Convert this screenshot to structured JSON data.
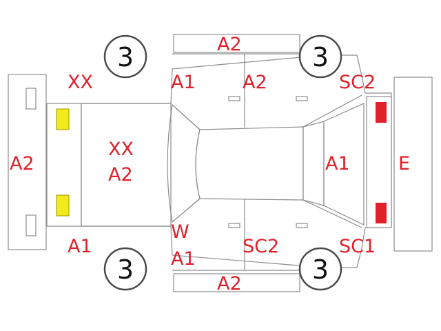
{
  "colors": {
    "code_text": "#e0202a",
    "outline": "#8c8c8c",
    "headlight": "#f2ea1c",
    "taillight": "#e0202a"
  },
  "codes": {
    "left_bumper": "A2",
    "front_left_fender": "XX",
    "front_right_fender": "A1",
    "hood_line1": "XX",
    "hood_line2": "A2",
    "left_front_door": "A1",
    "left_rear_door": "A2",
    "left_rocker": "A2",
    "left_rear_quarter": "SC2",
    "right_pillar": "W",
    "right_front_door": "A1",
    "right_rear_door": "SC2",
    "right_rocker": "A2",
    "right_rear_quarter": "SC1",
    "trunk": "A1",
    "rear_bumper": "E"
  },
  "tires": {
    "front_left": "3",
    "rear_left": "3",
    "front_right": "3",
    "rear_right": "3"
  },
  "icons": {
    "headlight": "headlight-icon",
    "taillight": "taillight-icon"
  }
}
